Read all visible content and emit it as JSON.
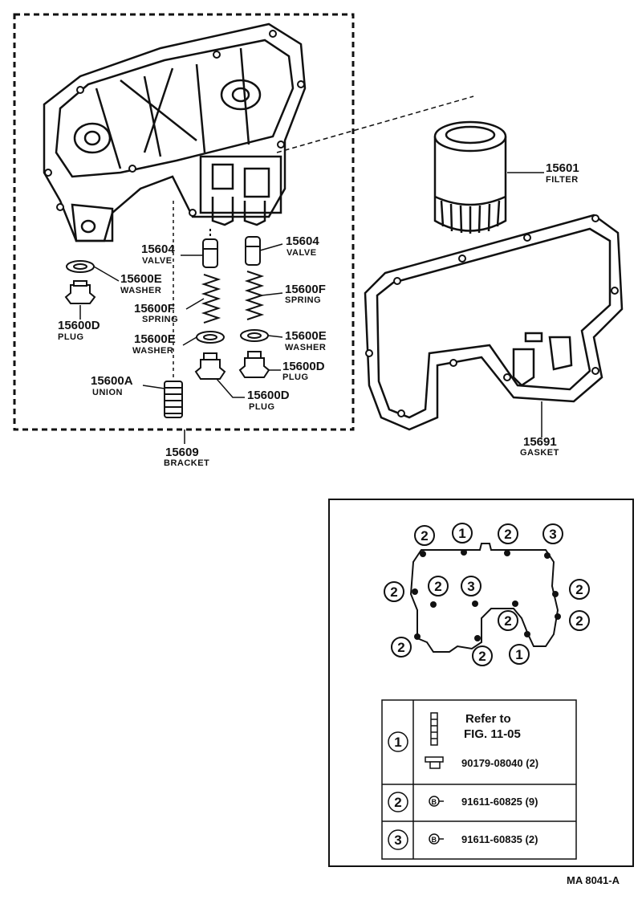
{
  "parts": {
    "filter": {
      "num": "15601",
      "name": "FILTER"
    },
    "valve_left": {
      "num": "15604",
      "name": "VALVE"
    },
    "valve_right": {
      "num": "15604",
      "name": "VALVE"
    },
    "washer_e_top": {
      "num": "15600E",
      "name": "WASHER"
    },
    "plug_left": {
      "num": "15600D",
      "name": "PLUG"
    },
    "spring_left": {
      "num": "15600F",
      "name": "SPRING"
    },
    "spring_right": {
      "num": "15600F",
      "name": "SPRING"
    },
    "washer_left": {
      "num": "15600E",
      "name": "WASHER"
    },
    "washer_right": {
      "num": "15600E",
      "name": "WASHER"
    },
    "plug_right": {
      "num": "15600D",
      "name": "PLUG"
    },
    "union": {
      "num": "15600A",
      "name": "UNION"
    },
    "plug_bottom": {
      "num": "15600D",
      "name": "PLUG"
    },
    "bracket": {
      "num": "15609",
      "name": "BRACKET"
    },
    "gasket": {
      "num": "15691",
      "name": "GASKET"
    }
  },
  "bolt_callouts": [
    "2",
    "1",
    "2",
    "3",
    "2",
    "2",
    "3",
    "2",
    "2",
    "2",
    "2",
    "2",
    "1"
  ],
  "table": {
    "rows": [
      {
        "key": "1",
        "line1": "Refer to",
        "line2": "FIG. 11-05",
        "line3": "90179-08040 (2)"
      },
      {
        "key": "2",
        "line1": "91611-60825 (9)"
      },
      {
        "key": "3",
        "line1": "91611-60835 (2)"
      }
    ]
  },
  "footer": {
    "code": "MA  8041-A"
  }
}
